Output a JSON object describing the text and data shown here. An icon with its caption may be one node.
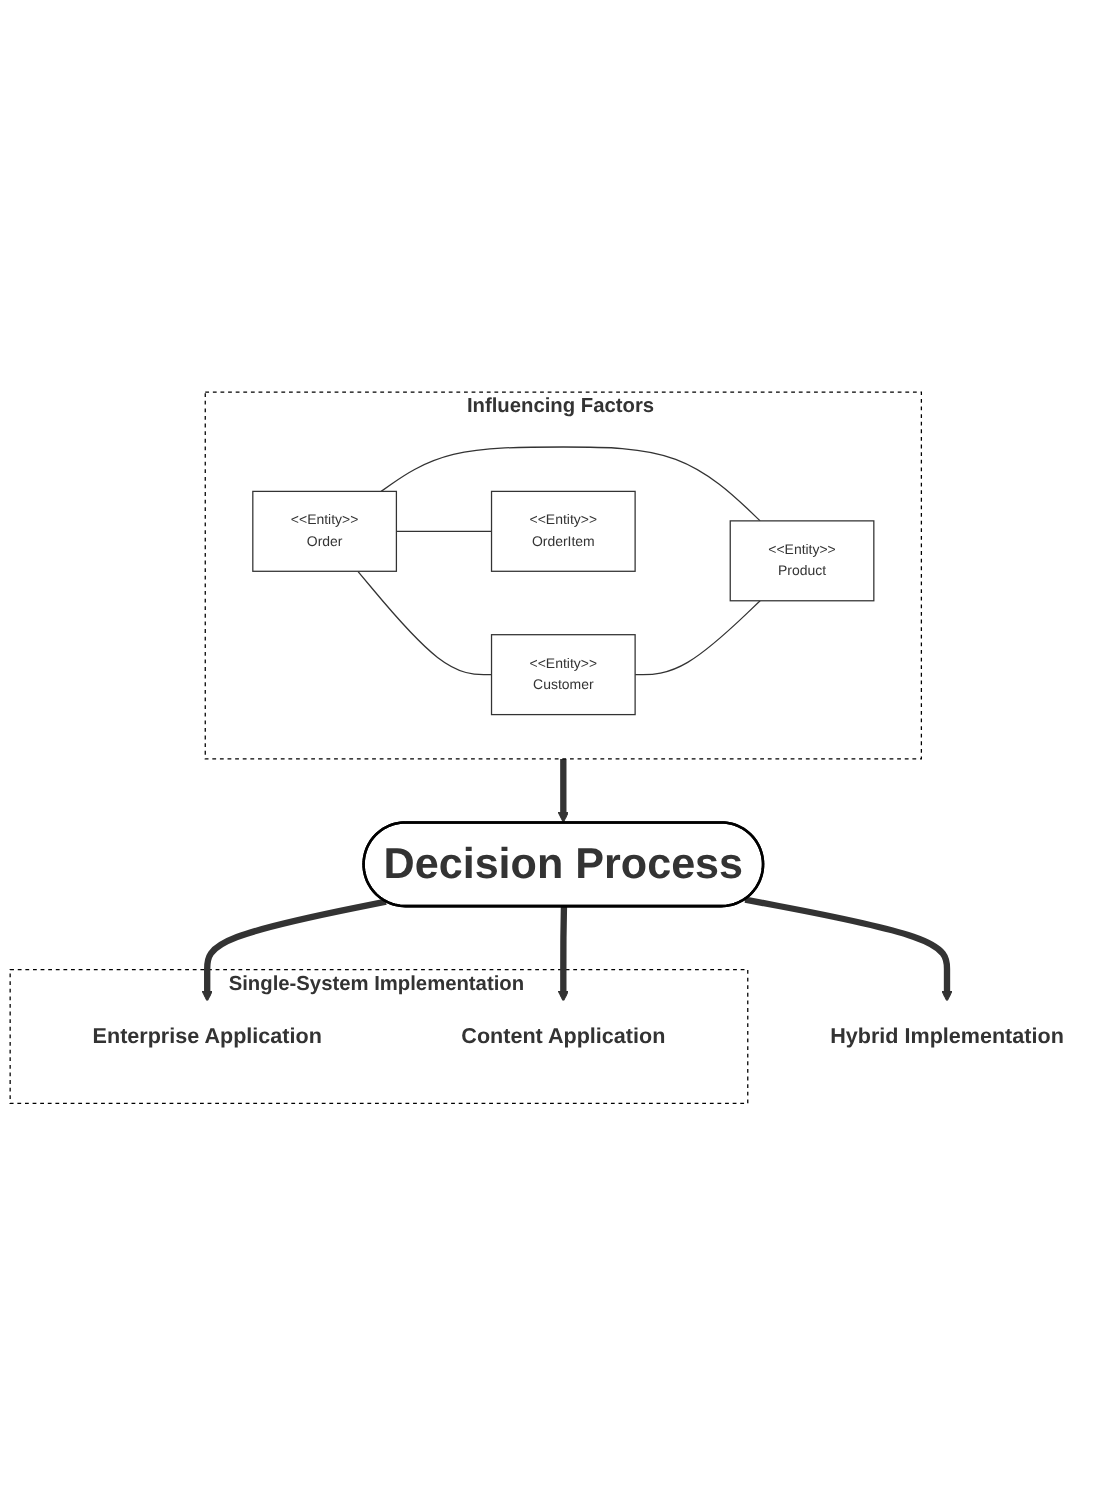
{
  "diagram": {
    "nodes": [
      {
        "text": [
          "Influencing Factors"
        ]
      },
      {
        "text": [
          "<<Entity>>",
          "Order"
        ],
        "in": 0
      },
      {
        "text": [
          "<<Entity>>",
          "Customer"
        ],
        "in": 0
      },
      {
        "text": [
          "<<Entity>>",
          "OrderItem"
        ],
        "in": 0
      },
      {
        "text": [
          "<<Entity>>",
          "Product"
        ],
        "in": 0
      },
      {
        "text": [
          "Decision Process"
        ]
      },
      {
        "text": [
          "Single-System Implementation"
        ]
      },
      {
        "text": [
          "Enterprise Application"
        ],
        "in": 6
      },
      {
        "text": [
          "Content Application"
        ],
        "in": 6
      },
      {
        "text": [
          "Hybrid Implementation"
        ]
      }
    ],
    "edges": [
      {
        "from": 1,
        "to": 2,
        "arrow": "none"
      },
      {
        "from": 1,
        "to": 3,
        "arrow": "none"
      },
      {
        "from": 1,
        "to": 4,
        "arrow": "none"
      },
      {
        "from": 2,
        "to": 4,
        "arrow": "none"
      },
      {
        "from": 0,
        "to": 5,
        "arrow": "to",
        "style": "thick"
      },
      {
        "from": 5,
        "to": 7,
        "arrow": "to",
        "style": "thick"
      },
      {
        "from": 5,
        "to": 8,
        "arrow": "to",
        "style": "thick"
      },
      {
        "from": 5,
        "to": 9,
        "arrow": "to",
        "style": "thick"
      }
    ]
  }
}
